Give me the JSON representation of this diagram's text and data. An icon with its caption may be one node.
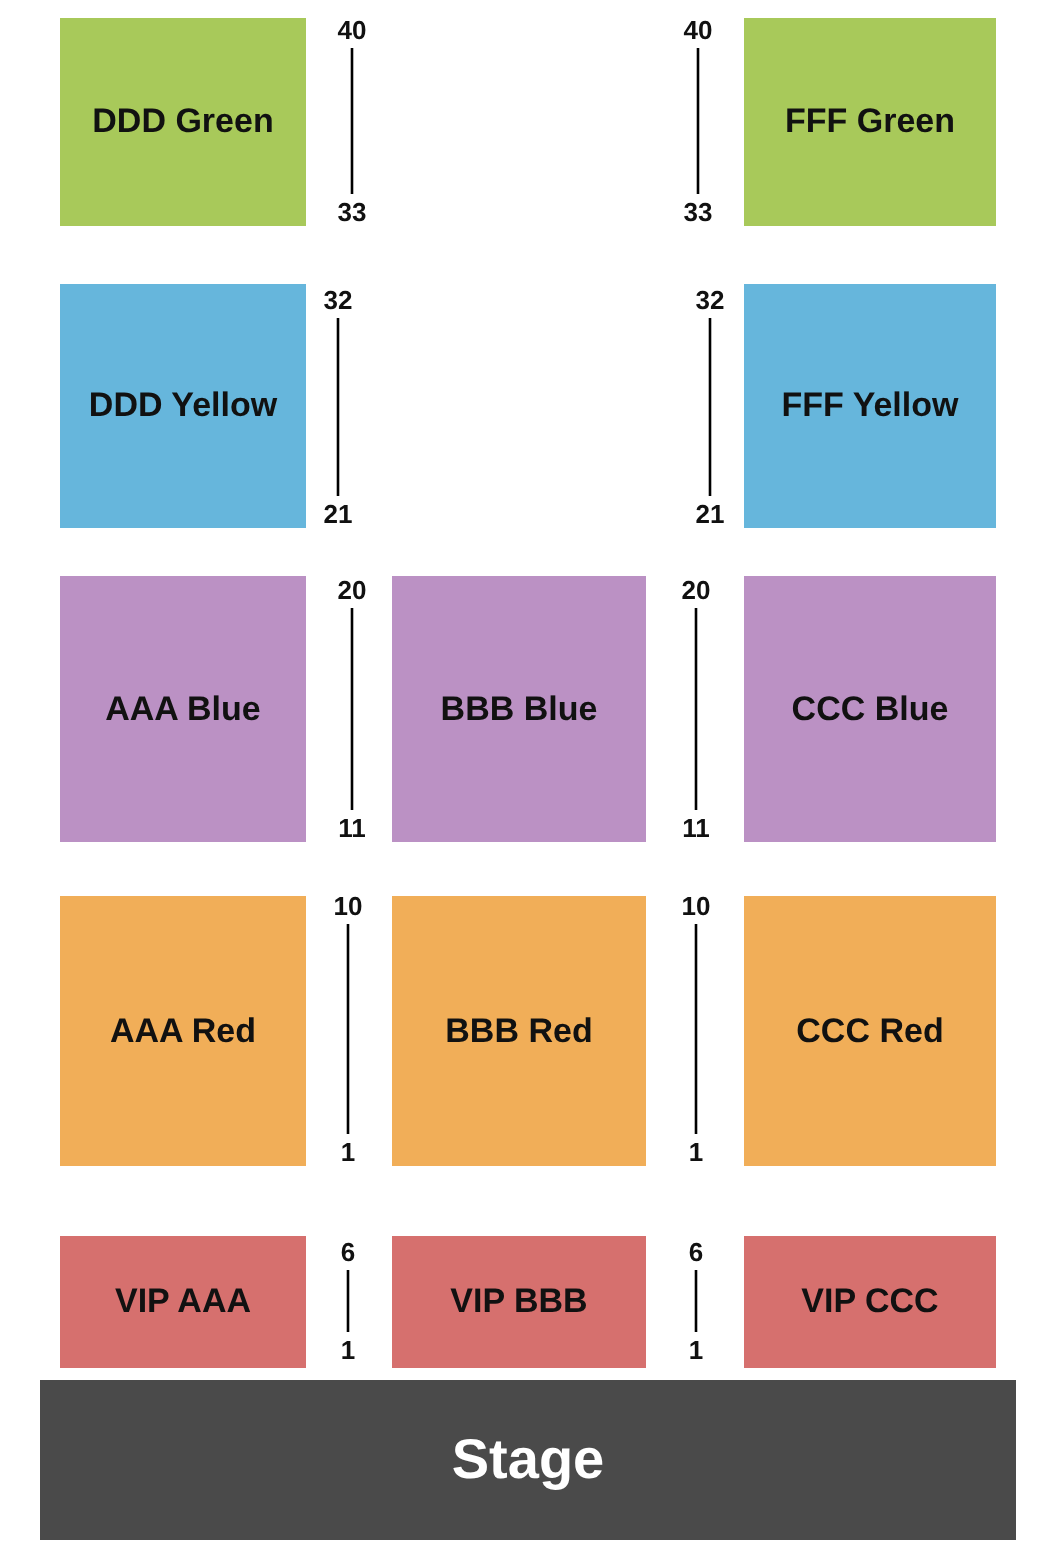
{
  "diagram": {
    "nodes": [
      {
        "text": [
          "DDD Green"
        ]
      },
      {
        "text": [
          "FFF Green"
        ]
      },
      {
        "text": [
          "DDD Yellow"
        ]
      },
      {
        "text": [
          "FFF Yellow"
        ]
      },
      {
        "text": [
          "AAA Blue"
        ]
      },
      {
        "text": [
          "BBB Blue"
        ]
      },
      {
        "text": [
          "CCC Blue"
        ]
      },
      {
        "text": [
          "AAA Red"
        ]
      },
      {
        "text": [
          "BBB Red"
        ]
      },
      {
        "text": [
          "CCC Red"
        ]
      },
      {
        "text": [
          "VIP AAA"
        ]
      },
      {
        "text": [
          "VIP BBB"
        ]
      },
      {
        "text": [
          "VIP CCC"
        ]
      },
      {
        "text": [
          "Stage"
        ]
      }
    ],
    "labels": [
      "40",
      "40",
      "33",
      "33",
      "32",
      "32",
      "21",
      "21",
      "20",
      "20",
      "11",
      "11",
      "10",
      "10",
      "1",
      "1",
      "6",
      "6",
      "1",
      "1"
    ]
  }
}
